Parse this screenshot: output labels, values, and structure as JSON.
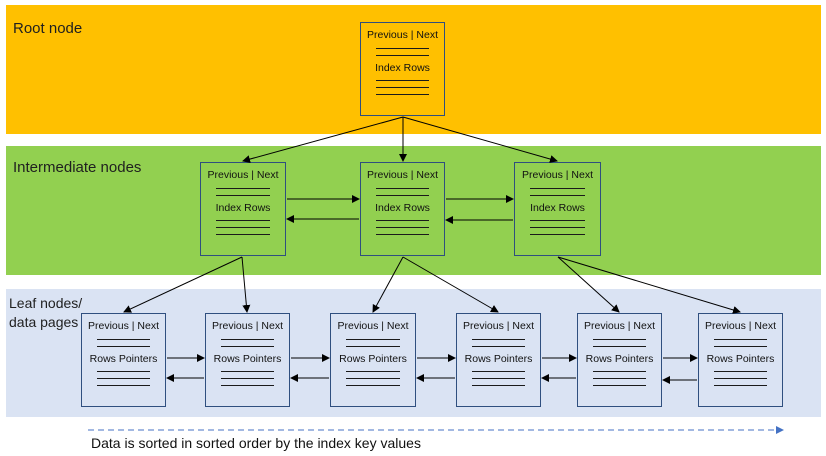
{
  "bands": [
    {
      "label": "Root node",
      "color": "#FFC000"
    },
    {
      "label": "Intermediate nodes",
      "color": "#92D050"
    },
    {
      "label": "Leaf nodes/\ndata pages",
      "color": "#DAE3F3"
    }
  ],
  "node_text": {
    "header": "Previous | Next",
    "index_rows": "Index Rows",
    "row_pointers": "Rows Pointers"
  },
  "footer": "Data is sorted  in sorted order by the index key values",
  "colors": {
    "node_border": "#2F4F7F",
    "arrow": "#000000",
    "dashed_arrow": "#4472C4"
  }
}
